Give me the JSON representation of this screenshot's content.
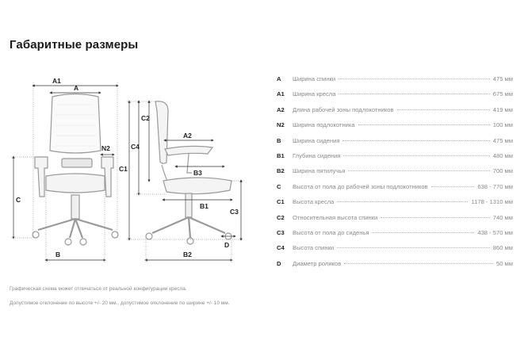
{
  "title": "Габаритные размеры",
  "diagram": {
    "front_labels": [
      "A1",
      "A",
      "N2",
      "C",
      "B"
    ],
    "side_labels": [
      "C2",
      "C4",
      "C1",
      "A2",
      "B3",
      "B1",
      "C3",
      "B2",
      "D"
    ]
  },
  "specs": [
    {
      "code": "A",
      "name": "Ширина спинки",
      "value": "475 мм"
    },
    {
      "code": "A1",
      "name": "Ширина кресла",
      "value": "675 мм"
    },
    {
      "code": "A2",
      "name": "Длина рабочей зоны подлокотников",
      "value": "419 мм"
    },
    {
      "code": "N2",
      "name": "Ширина подлокотника",
      "value": "100 мм"
    },
    {
      "code": "B",
      "name": "Ширина сидения",
      "value": "475 мм"
    },
    {
      "code": "B1",
      "name": "Глубина сидения",
      "value": "480 мм"
    },
    {
      "code": "B2",
      "name": "Ширина пятилучья",
      "value": "700 мм"
    },
    {
      "code": "C",
      "name": "Высота от пола до рабочей зоны подлокотников",
      "value": "638 - 770 мм"
    },
    {
      "code": "C1",
      "name": "Высота кресла",
      "value": "1178 - 1310 мм"
    },
    {
      "code": "C2",
      "name": "Относительная высота спинки",
      "value": "740 мм"
    },
    {
      "code": "C3",
      "name": "Высота от пола до сиденья",
      "value": "438 - 570 мм"
    },
    {
      "code": "C4",
      "name": "Высота спинки",
      "value": "860 мм"
    },
    {
      "code": "D",
      "name": "Диаметр роликов",
      "value": "50 мм"
    }
  ],
  "notes": [
    "Графическая схема может отличаться от реальной конфигурации кресла.",
    "Допустимое отклонение по высоте +/- 20 мм., допустимое отклонение по ширине +/- 10 мм."
  ]
}
